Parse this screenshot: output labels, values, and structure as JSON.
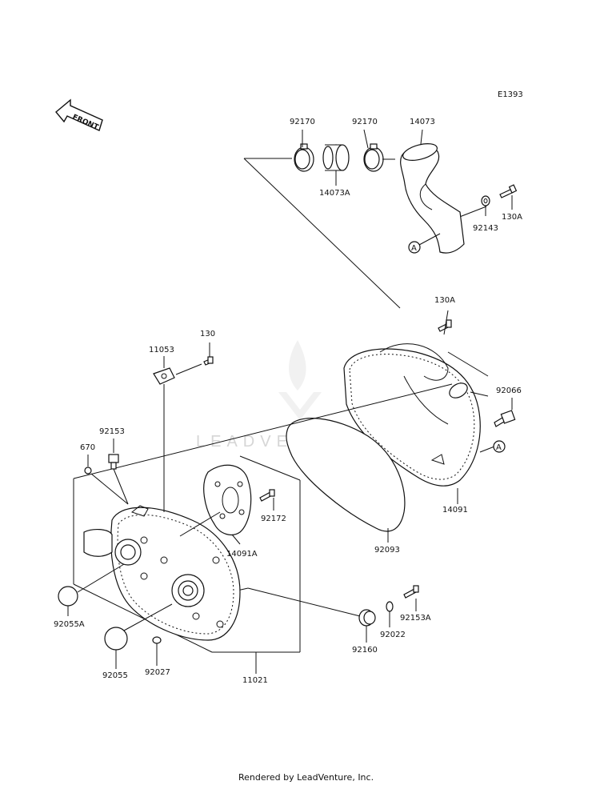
{
  "diagram_code": "E1393",
  "front_label": "FRONT",
  "watermark": "LEADVENTURE",
  "footer": "Rendered by LeadVenture, Inc.",
  "callout_letter": "A",
  "parts": {
    "p92170a": "92170",
    "p92170b": "92170",
    "p14073": "14073",
    "p14073A": "14073A",
    "p130A_top": "130A",
    "p92143": "92143",
    "p130A_mid": "130A",
    "p130": "130",
    "p11053": "11053",
    "p92066": "92066",
    "p92153": "92153",
    "p670": "670",
    "p14091": "14091",
    "p92172": "92172",
    "p14091A": "14091A",
    "p92093": "92093",
    "p92153A": "92153A",
    "p92055A": "92055A",
    "p92022": "92022",
    "p92160": "92160",
    "p92055": "92055",
    "p92027": "92027",
    "p11021": "11021"
  }
}
